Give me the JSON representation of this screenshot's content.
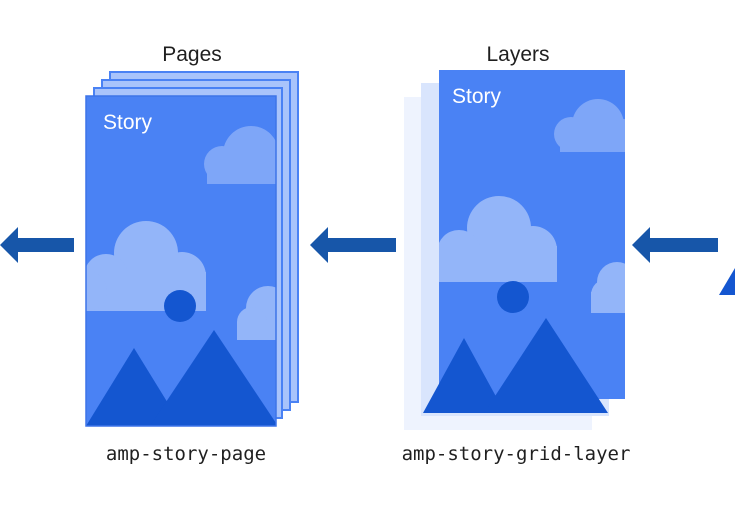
{
  "pages_group": {
    "title": "Pages",
    "card_label": "Story",
    "tag_name": "amp-story-page"
  },
  "layers_group": {
    "title": "Layers",
    "card_label": "Story",
    "tag_name": "amp-story-grid-layer"
  },
  "colors": {
    "card_blue": "#4a82f4",
    "card_border": "#3d74e8",
    "stack_card": "#a9c4fb",
    "ghost_layer_outer": "#eef3fe",
    "ghost_layer_inner": "#d9e5fd",
    "cloud": "#7ea6f8",
    "cloud_light": "#93b5f9",
    "mountain": "#1456d0",
    "sun": "#1456d0",
    "arrow": "#1756a9"
  }
}
